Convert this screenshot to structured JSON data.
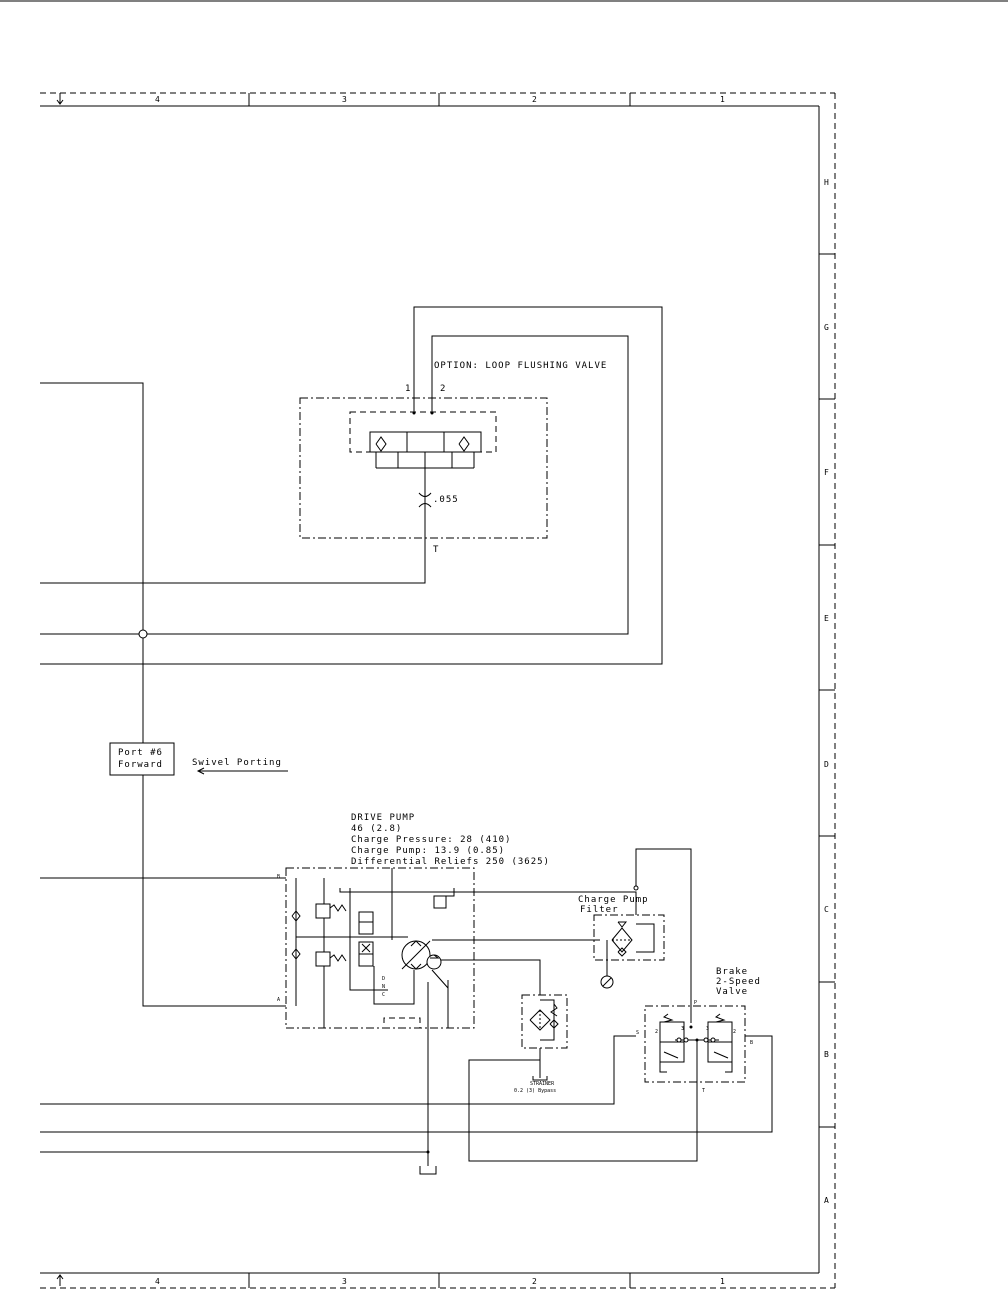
{
  "border": {
    "columns": [
      "4",
      "3",
      "2",
      "1"
    ],
    "rows": [
      "H",
      "G",
      "F",
      "E",
      "D",
      "C",
      "B",
      "A"
    ]
  },
  "loop_flushing": {
    "title": "OPTION: LOOP FLUSHING VALVE",
    "port_1": "1",
    "port_2": "2",
    "port_t": "T",
    "orifice": ".055"
  },
  "swivel": {
    "port_line1": "Port #6",
    "port_line2": "Forward",
    "label": "Swivel Porting"
  },
  "drive_pump": {
    "title": "DRIVE PUMP",
    "displacement": "46 (2.8)",
    "charge_pressure": "Charge Pressure: 28 (410)",
    "charge_pump": "Charge Pump: 13.9 (0.85)",
    "reliefs": "Differential Reliefs 250 (3625)",
    "port_b": "B",
    "port_a": "A",
    "dnc_d": "D",
    "dnc_n": "N",
    "dnc_c": "C"
  },
  "charge_filter": {
    "line1": "Charge Pump",
    "line2": "Filter"
  },
  "strainer": {
    "line1": "STRAINER",
    "line2": "0.2 (3) Bypass"
  },
  "brake_valve": {
    "line1": "Brake",
    "line2": "2-Speed",
    "line3": "Valve",
    "port_p": "P",
    "port_s": "S",
    "port_b": "B",
    "port_t": "T",
    "num_2a": "2",
    "num_3a": "3",
    "num_3b": "3",
    "num_2b": "2"
  }
}
